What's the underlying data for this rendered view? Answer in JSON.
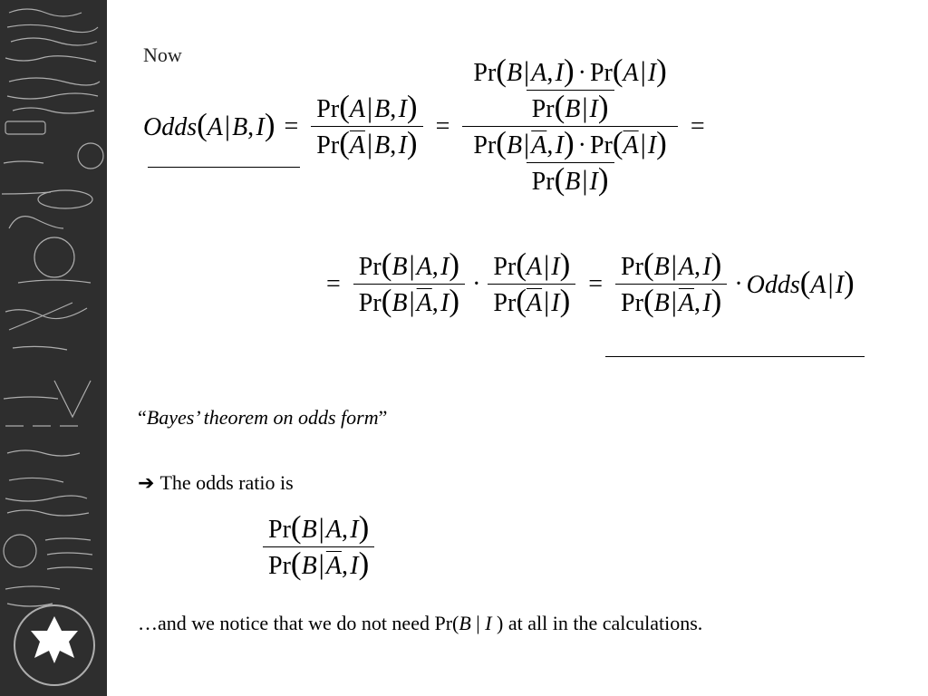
{
  "slide": {
    "heading": "Now",
    "eq1": {
      "lhs_func": "Odds",
      "lhs_args": [
        "A",
        "B",
        "I"
      ],
      "equals": "=",
      "pr": "Pr",
      "comma": ",",
      "dot": "·"
    },
    "quote_open": "“",
    "quote_text": "Bayes’ theorem on odds form",
    "quote_close": "”",
    "arrow_icon": "➔",
    "odds_ratio_text": "The odds ratio is",
    "closing_text": "…and we notice that we do not need Pr(",
    "closing_B": "B",
    "closing_bar": " | ",
    "closing_I": "I",
    "closing_end": " ) at all in the calculations."
  },
  "colors": {
    "background": "#ffffff",
    "sidebar": "#2e2e2e",
    "chalk": "#dcdcdc"
  }
}
